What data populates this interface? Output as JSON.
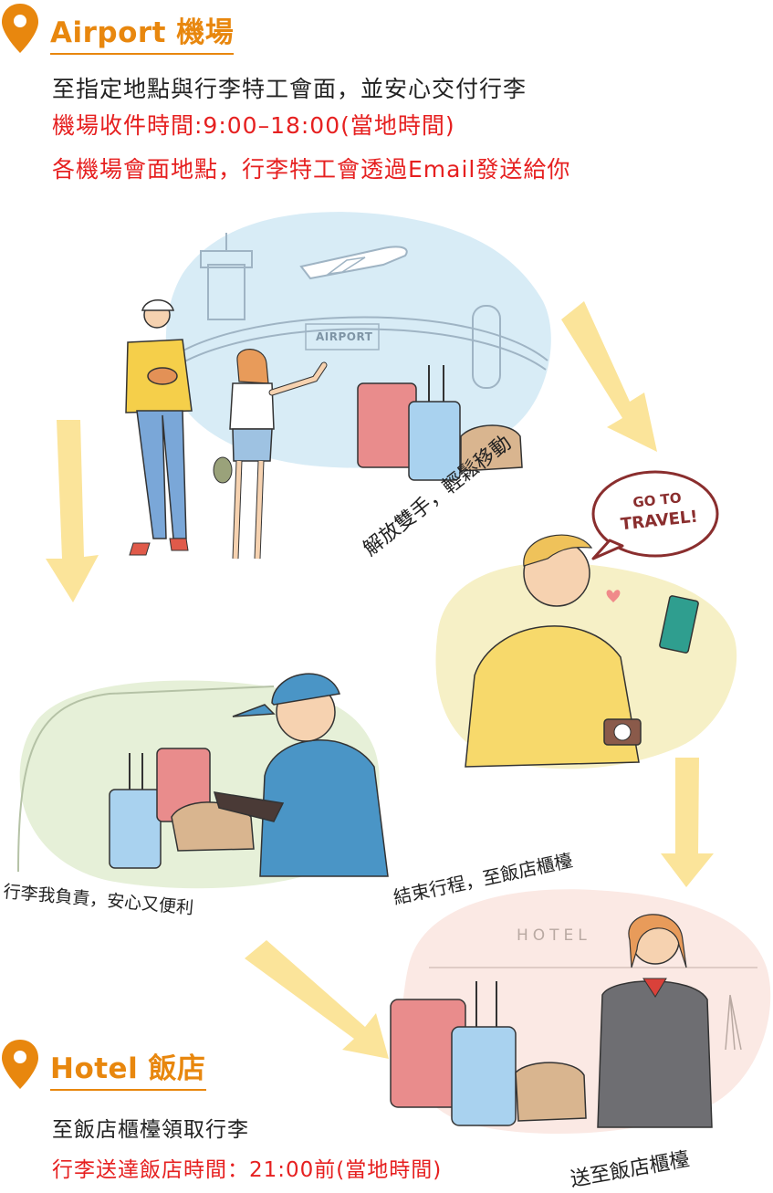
{
  "airport": {
    "title": "Airport 機場",
    "line1": "至指定地點與行李特工會面，並安心交付行李",
    "line2": "機場收件時間:9:00–18:00(當地時間)",
    "line3": "各機場會面地點，行李特工會透過Email發送給你"
  },
  "scene": {
    "airport_sign": "AIRPORT",
    "speech_line1": "GO TO",
    "speech_line2": "TRAVEL!",
    "hotel_sign": "HOTEL"
  },
  "captions": {
    "hands_free": "解放雙手，輕鬆移動",
    "agent": "行李我負責，安心又便利",
    "end_trip": "結束行程，至飯店櫃檯",
    "to_desk": "送至飯店櫃檯"
  },
  "hotel": {
    "title": "Hotel 飯店",
    "line1": "至飯店櫃檯領取行李",
    "line2": "行李送達飯店時間：21:00前(當地時間)"
  },
  "colors": {
    "accent": "#e8870e",
    "red": "#e62020",
    "arrow": "#fbe49a"
  }
}
